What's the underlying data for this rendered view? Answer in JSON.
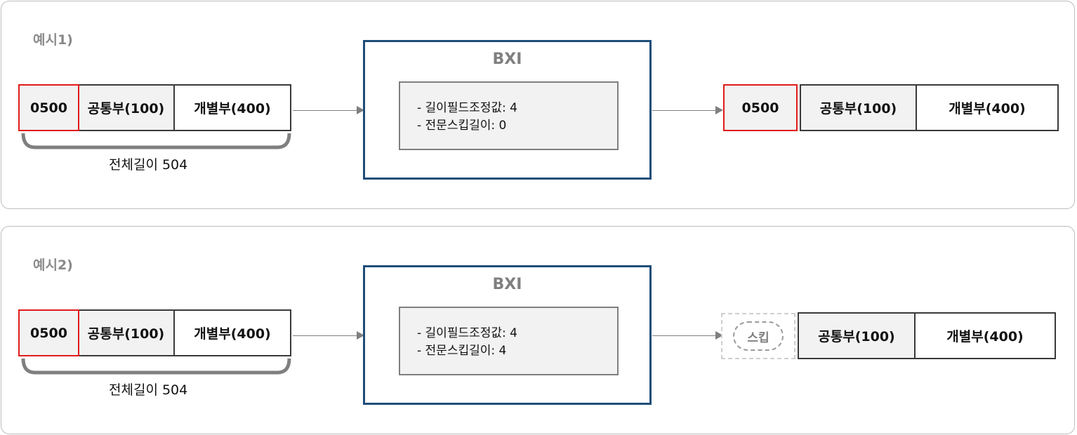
{
  "example1": {
    "title": "예시1)",
    "input": {
      "length_field": "0500",
      "common": "공통부(100)",
      "individual": "개별부(400)"
    },
    "total_length_label": "전체길이 504",
    "bxi": {
      "title": "BXI",
      "lines": [
        "- 길이필드조정값: 4",
        "- 전문스킵길이: 0"
      ]
    },
    "output": {
      "length_field": "0500",
      "common": "공통부(100)",
      "individual": "개별부(400)"
    }
  },
  "example2": {
    "title": "예시2)",
    "input": {
      "length_field": "0500",
      "common": "공통부(100)",
      "individual": "개별부(400)"
    },
    "total_length_label": "전체길이 504",
    "bxi": {
      "title": "BXI",
      "lines": [
        "- 길이필드조정값: 4",
        "- 전문스킵길이: 4"
      ]
    },
    "output": {
      "skip_label": "스킵",
      "common": "공통부(100)",
      "individual": "개별부(400)"
    }
  },
  "colors": {
    "highlight_border": "#e01b1b",
    "bxi_border": "#1f4e79",
    "cell_gray": "#f2f2f2",
    "title_gray": "#8a8a8a"
  }
}
